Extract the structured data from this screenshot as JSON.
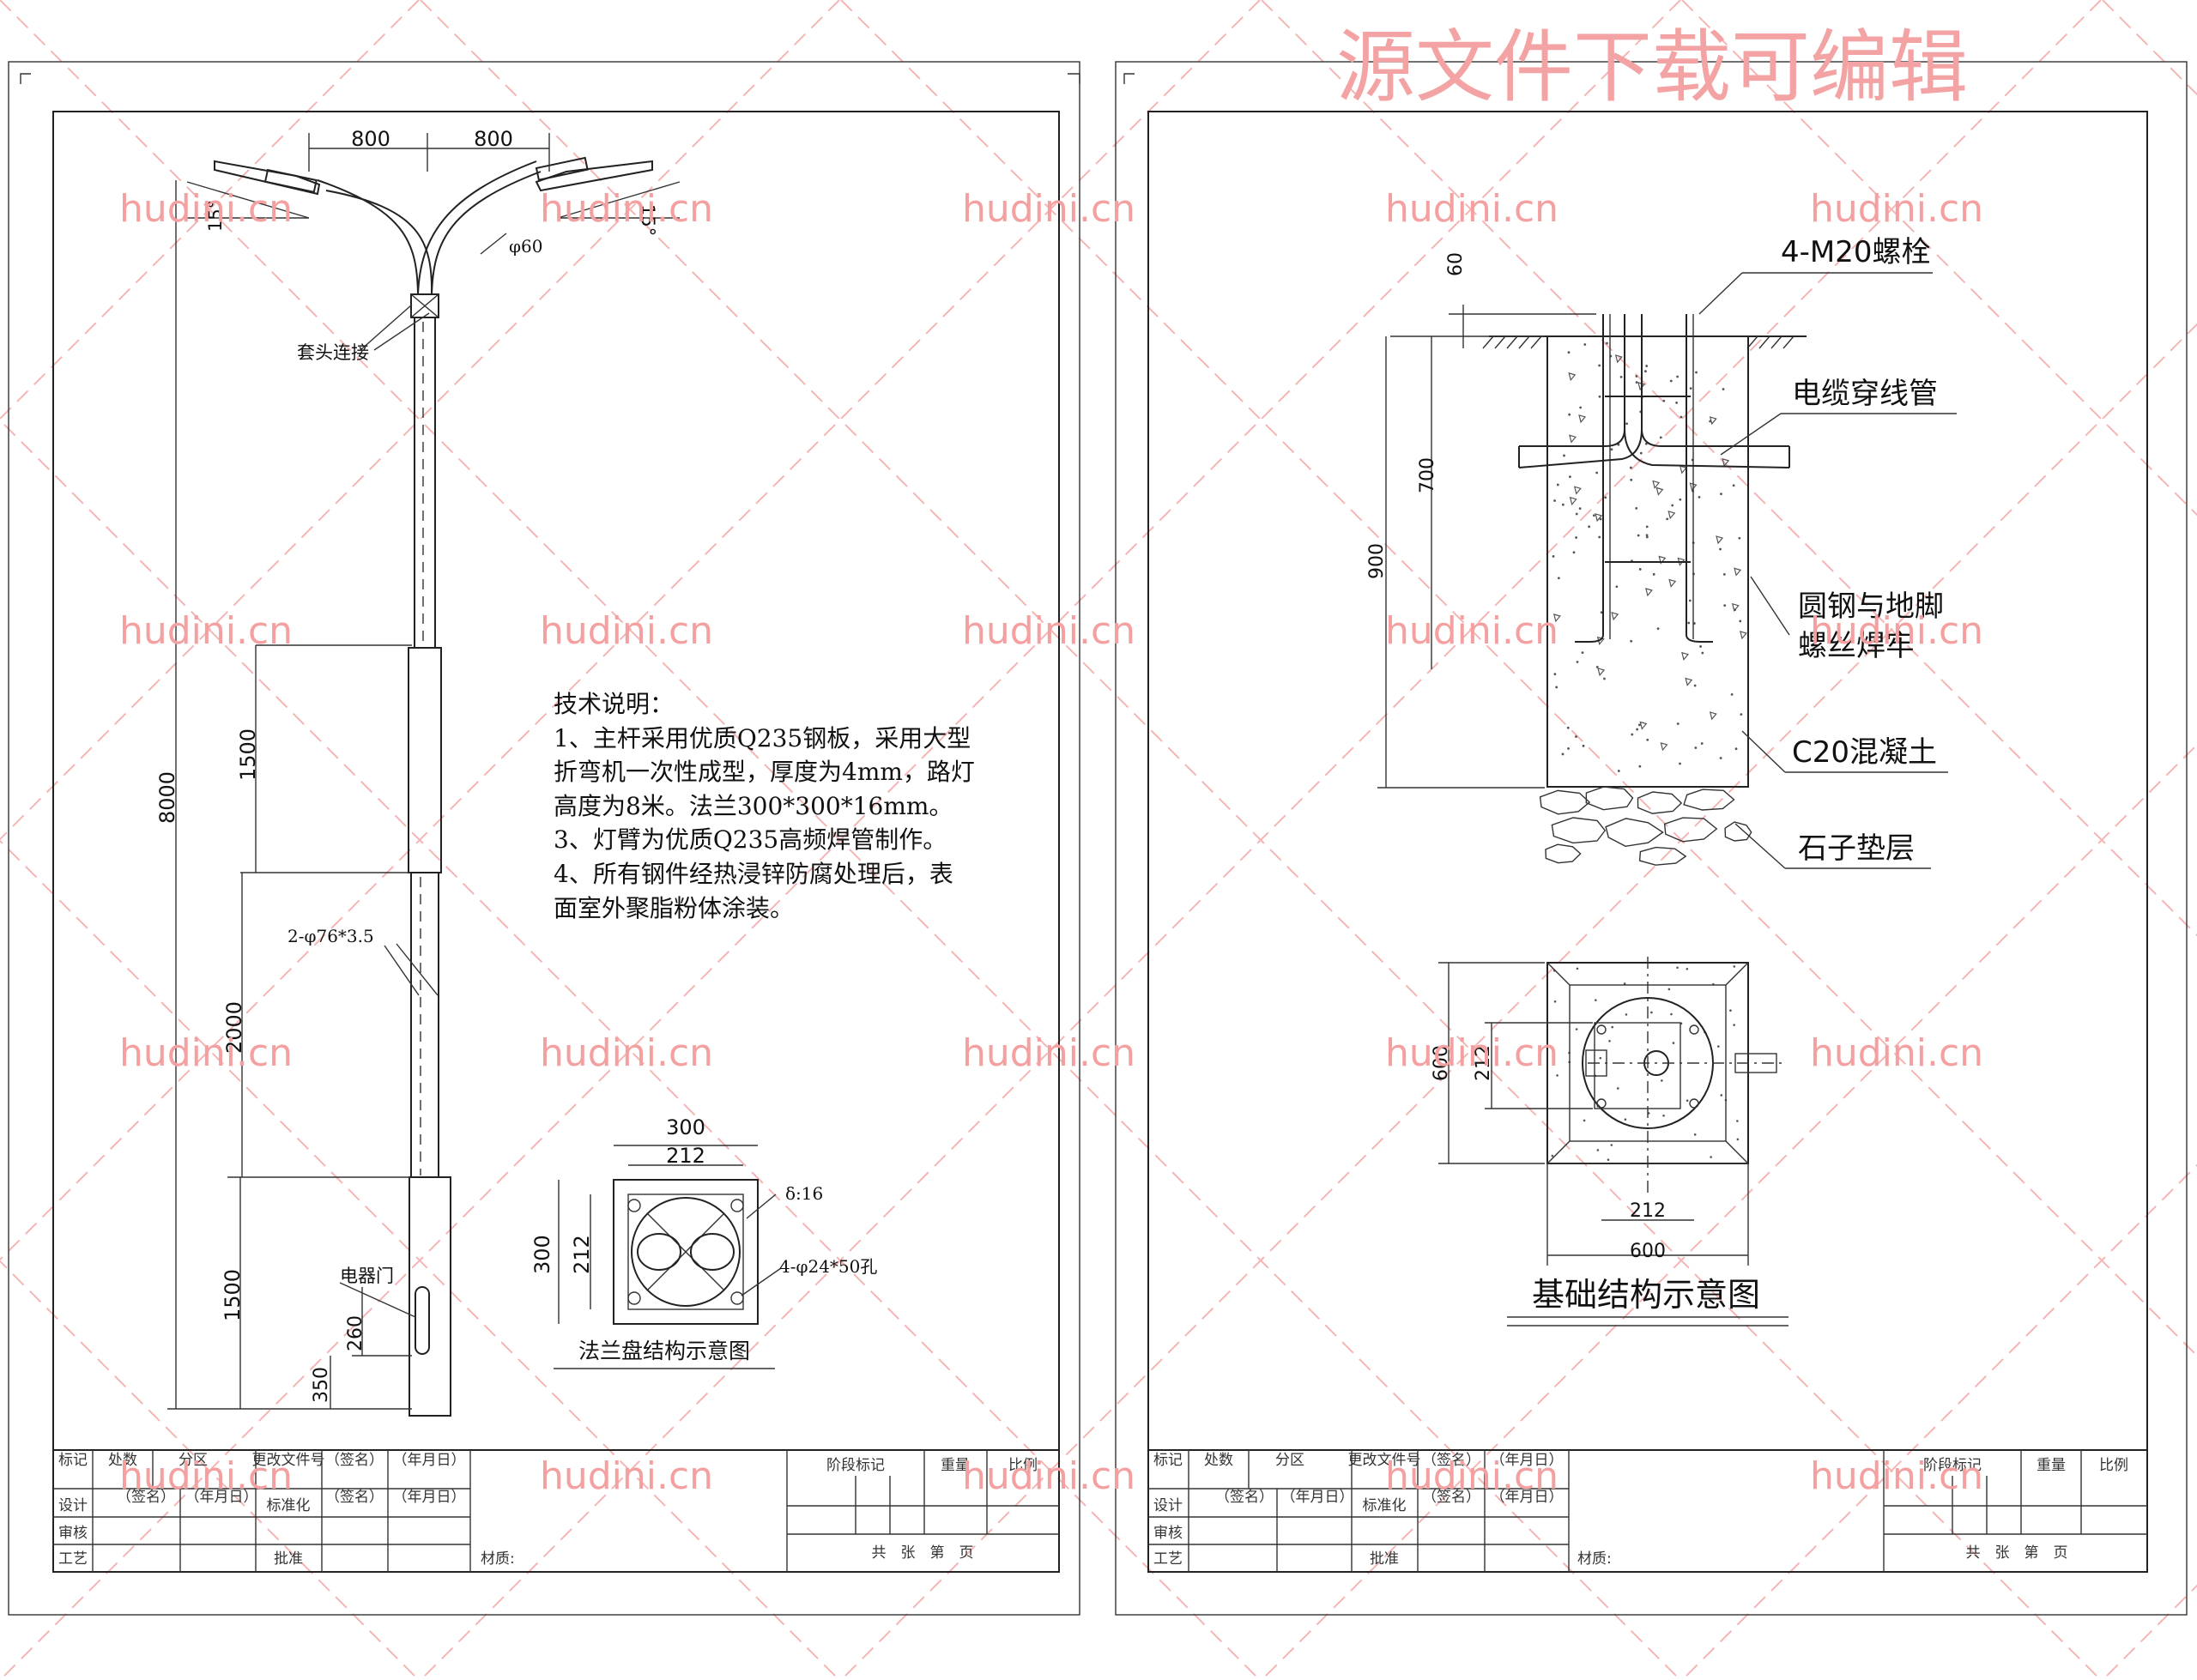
{
  "watermark": {
    "title": "源文件下载可编辑",
    "text": "hudini.cn"
  },
  "pole": {
    "arm_span_left": "800",
    "arm_span_right": "800",
    "angle_left": "15°",
    "angle_right": "15°",
    "arm_dia": "φ60",
    "sleeve_joint": "套头连接",
    "total_height": "8000",
    "seg_top": "1500",
    "seg_mid": "2000",
    "seg_bottom": "1500",
    "tube_spec": "2-φ76*3.5",
    "door_label": "电器门",
    "door_h": "260",
    "door_base": "350"
  },
  "notes": {
    "heading": "技术说明：",
    "lines": [
      "1、主杆采用优质Q235钢板，采用大型",
      "折弯机一次性成型，厚度为4mm，路灯",
      "高度为8米。法兰300*300*16mm。",
      "3、灯臂为优质Q235高频焊管制作。",
      "4、所有钢件经热浸锌防腐处理后，表",
      "面室外聚脂粉体涂装。"
    ]
  },
  "flange": {
    "w_outer": "300",
    "w_inner": "212",
    "h_outer": "300",
    "h_inner": "212",
    "thickness": "δ:16",
    "holes": "4-φ24*50孔",
    "caption": "法兰盘结构示意图"
  },
  "foundation": {
    "bolts": "4-M20螺栓",
    "conduit": "电缆穿线管",
    "weld_1": "圆钢与地脚",
    "weld_2": "螺丝焊牢",
    "concrete": "C20混凝土",
    "gravel": "石子垫层",
    "dim_60": "60",
    "dim_700": "700",
    "dim_900": "900",
    "plan_h_outer": "600",
    "plan_h_inner": "212",
    "plan_w_inner": "212",
    "plan_w_outer": "600",
    "caption": "基础结构示意图"
  },
  "titleblock": {
    "r1": [
      "标记",
      "处数",
      "分区",
      "更改文件号",
      "（签名）",
      "（年月日）"
    ],
    "stage_mark": "阶段标记",
    "weight": "重量",
    "scale": "比例",
    "design": "设计",
    "sign2": "（签名）",
    "date2": "（年月日）",
    "standard": "标准化",
    "review": "审核",
    "process": "工艺",
    "approve": "批准",
    "material": "材质:",
    "sheets": "共　张　第　页"
  }
}
